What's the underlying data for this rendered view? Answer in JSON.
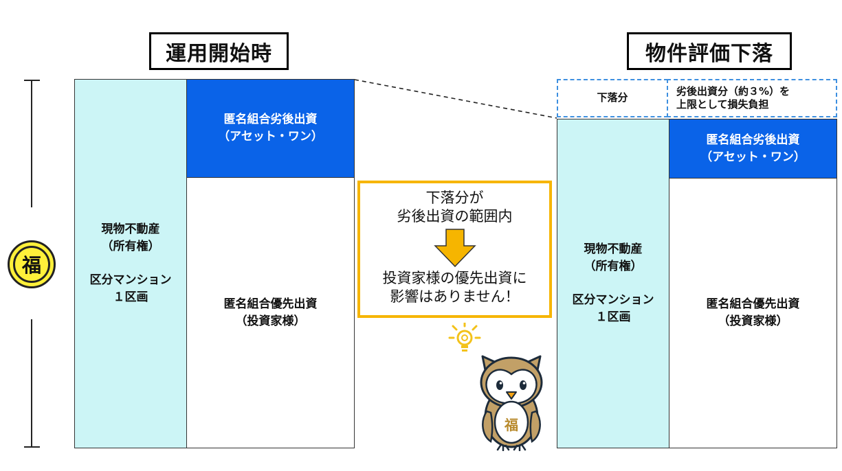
{
  "left_panel": {
    "title": "運用開始時",
    "property": "現物不動産\n（所有権）\n\n区分マンション\n１区画",
    "subordinated": "匿名組合劣後出資\n（アセット・ワン）",
    "senior": "匿名組合優先出資\n（投資家様）"
  },
  "right_panel": {
    "title": "物件評価下落",
    "decline_label": "下落分",
    "decline_note": "劣後出資分（約３%）を\n上限として損失負担",
    "property": "現物不動産\n（所有権）\n\n区分マンション\n１区画",
    "subordinated": "匿名組合劣後出資\n（アセット・ワン）",
    "senior": "匿名組合優先出資\n（投資家様）"
  },
  "callout": {
    "line_top": "下落分が\n劣後出資の範囲内",
    "line_bottom": "投資家様の優先出資に\n影響はありません！"
  },
  "side_badge": "福",
  "mascot_badge": "福",
  "colors": {
    "mint": "#ccf5f6",
    "blue": "#0a63e8",
    "gold": "#f6b500",
    "dashed_border": "#3d8fe0"
  }
}
